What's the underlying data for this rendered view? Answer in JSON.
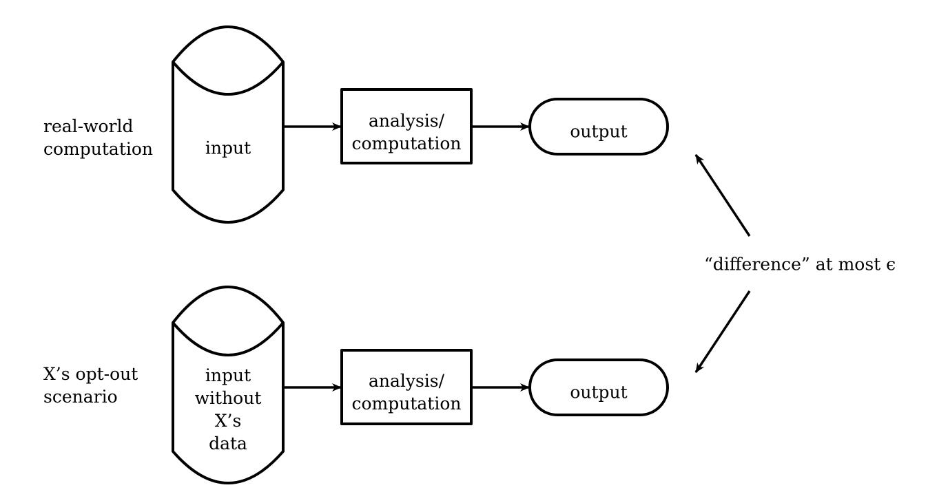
{
  "rows": [
    {
      "row_label": [
        "real-world",
        "computation"
      ],
      "input_label": [
        "input"
      ],
      "process_label": [
        "analysis/",
        "computation"
      ],
      "output_label": "output"
    },
    {
      "row_label": [
        "X’s opt-out",
        "scenario"
      ],
      "input_label": [
        "input",
        "without",
        "X’s",
        "data"
      ],
      "process_label": [
        "analysis/",
        "computation"
      ],
      "output_label": "output"
    }
  ],
  "difference_label": "“difference” at most ϵ"
}
